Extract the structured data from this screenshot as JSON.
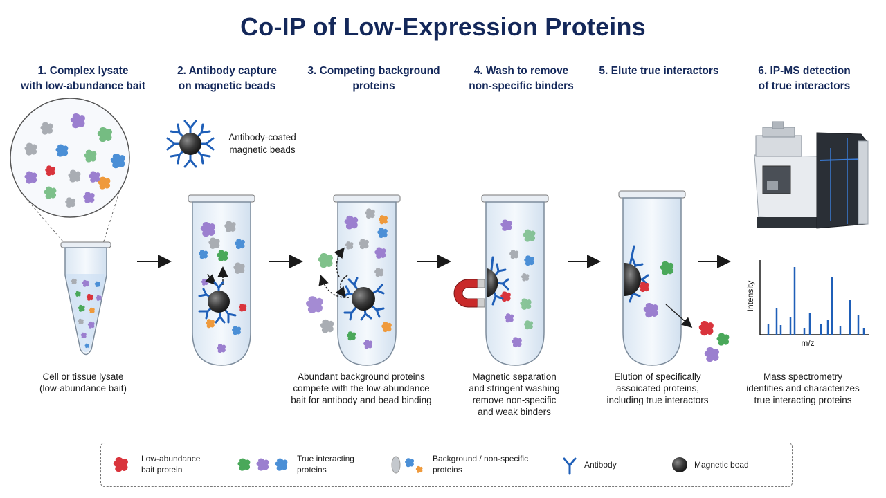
{
  "title": "Co-IP of Low-Expression Proteins",
  "steps": [
    {
      "title": "1. Complex lysate\nwith low-abundance bait",
      "caption": "Cell or tissue lysate\n(low-abundance bait)"
    },
    {
      "title": "2. Antibody capture\non magnetic beads",
      "caption": ""
    },
    {
      "title": "3. Competing background\nproteins",
      "caption": "Abundant background proteins\ncompete with the low-abundance\nbait for antibody and bead binding"
    },
    {
      "title": "4. Wash to remove\nnon-specific binders",
      "caption": "Magnetic separation\nand stringent washing\nremove non-specific\nand weak binders"
    },
    {
      "title": "5. Elute true interactors",
      "caption": "Elution of specifically\nassoicated proteins,\nincluding true interactors"
    },
    {
      "title": "6. IP-MS detection\nof true interactors",
      "caption": "Mass spectrometry\nidentifies and characterizes\ntrue interacting proteins"
    }
  ],
  "bead_callout": "Antibody-coated\nmagnetic beads",
  "spectrum": {
    "xlabel": "m/z",
    "ylabel": "Intensity"
  },
  "legend": [
    {
      "icon": "bait-protein-icon",
      "label": "Low-abundance\nbait protein"
    },
    {
      "icon": "true-interactor-icon",
      "label": "True interacting\nproteins"
    },
    {
      "icon": "background-protein-icon",
      "label": "Background / non-specific\nproteins"
    },
    {
      "icon": "antibody-icon",
      "label": "Antibody"
    },
    {
      "icon": "magnetic-bead-icon",
      "label": "Magnetic bead"
    }
  ],
  "colors": {
    "title": "#14285a",
    "bait": "#d9343c",
    "interactor_green": "#4aa85a",
    "interactor_purple": "#9b7fcf",
    "interactor_blue": "#4b8fd6",
    "background_gray": "#a9adb3",
    "background_orange": "#ef9a3c",
    "antibody": "#1f5fb8",
    "bead": "#333333",
    "magnet": "#c92a2a"
  }
}
